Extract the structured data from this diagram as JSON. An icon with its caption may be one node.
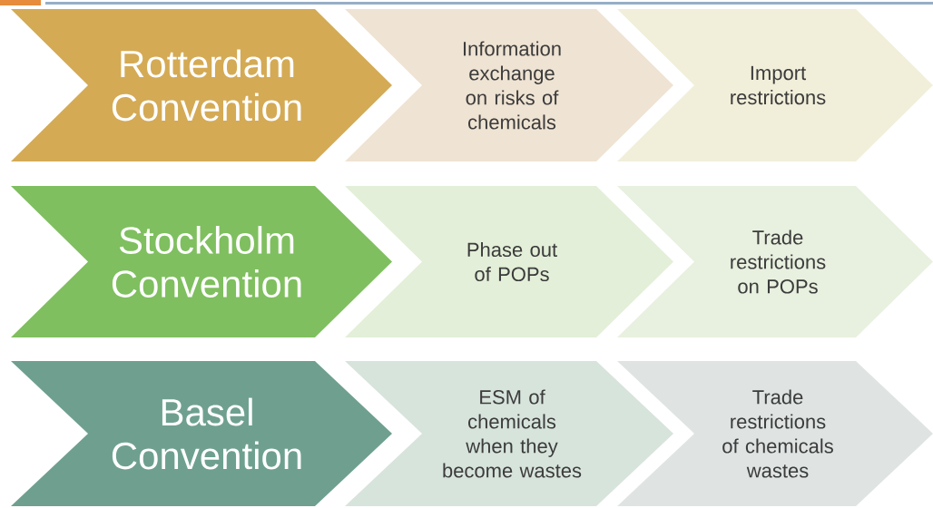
{
  "diagram": {
    "nodes": [
      {
        "text": [
          "Rotterdam Convention"
        ]
      },
      {
        "text": [
          "Information exchange on risks of chemicals"
        ]
      },
      {
        "text": [
          "Import restrictions"
        ]
      },
      {
        "text": [
          "Stockholm Convention"
        ]
      },
      {
        "text": [
          "Phase out of POPs"
        ]
      },
      {
        "text": [
          "Trade restrictions on POPs"
        ]
      },
      {
        "text": [
          "Basel Convention"
        ]
      },
      {
        "text": [
          "ESM of chemicals when they become wastes"
        ]
      },
      {
        "text": [
          "Trade restrictions of chemicals wastes"
        ]
      }
    ]
  }
}
